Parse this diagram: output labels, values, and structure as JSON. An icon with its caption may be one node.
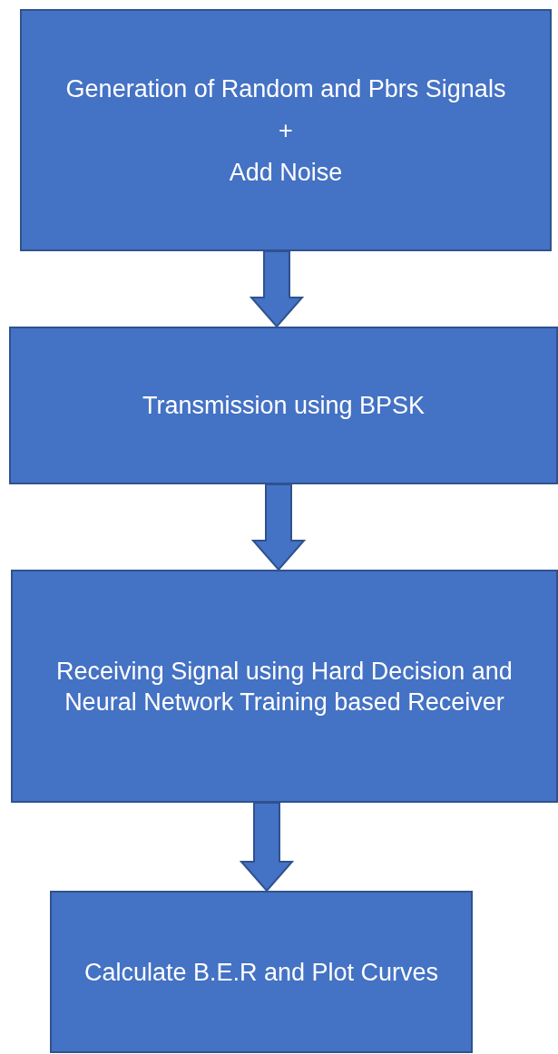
{
  "diagram": {
    "nodes": [
      {
        "text": [
          "Generation of Random and Pbrs Signals",
          "+",
          "Add Noise"
        ]
      },
      {
        "text": [
          "Transmission using BPSK"
        ]
      },
      {
        "text": [
          "Receiving Signal using Hard Decision and Neural Network Training based Receiver"
        ]
      },
      {
        "text": [
          "Calculate B.E.R and Plot Curves"
        ]
      }
    ],
    "edges": [
      {
        "from": 0,
        "to": 1,
        "arrow": "to"
      },
      {
        "from": 1,
        "to": 2,
        "arrow": "to"
      },
      {
        "from": 2,
        "to": 3,
        "arrow": "to"
      }
    ]
  }
}
